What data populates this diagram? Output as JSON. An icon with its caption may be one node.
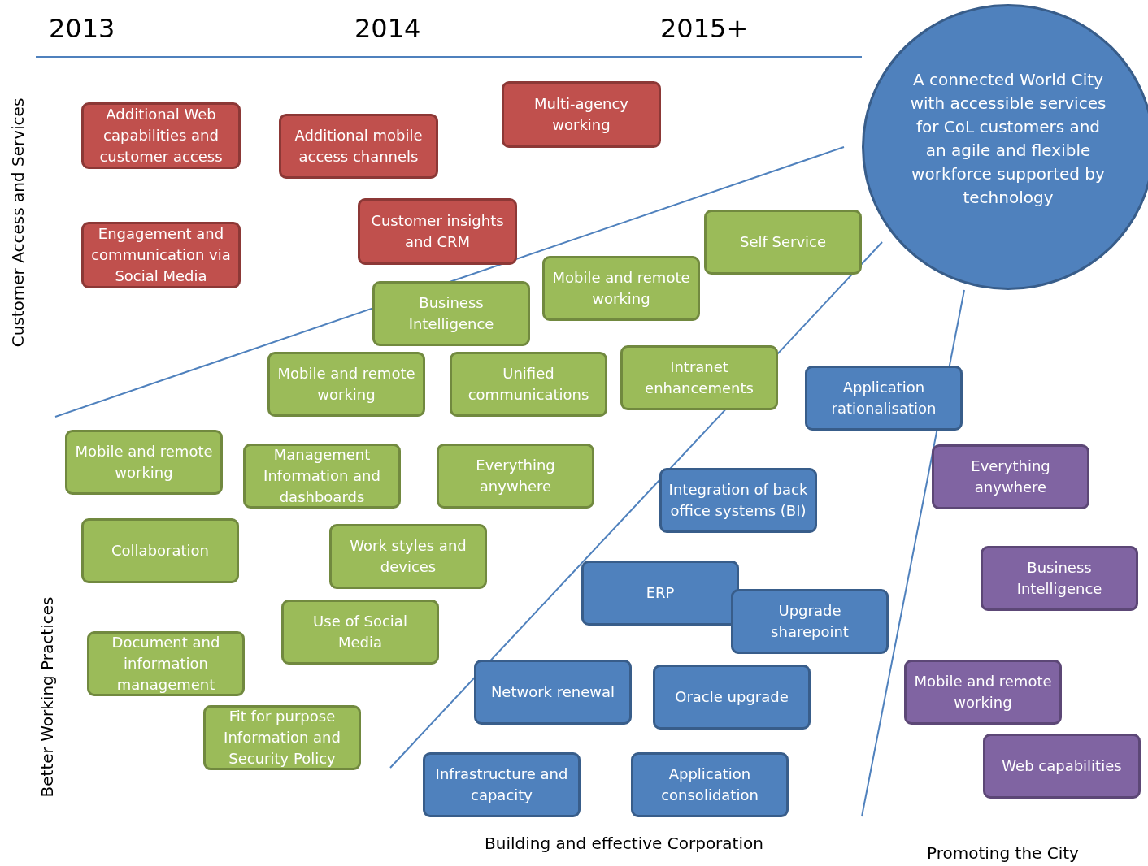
{
  "diagram": {
    "nodes": [
      {
        "text": [
          "Additional Web capabilities and customer access"
        ]
      },
      {
        "text": [
          "Additional mobile access channels"
        ]
      },
      {
        "text": [
          "Multi-agency working"
        ]
      },
      {
        "text": [
          "A connected World City with accessible services for CoL customers and an agile and flexible workforce supported by technology"
        ]
      },
      {
        "text": [
          "Engagement and communication via Social Media"
        ]
      },
      {
        "text": [
          "Customer insights and CRM"
        ]
      },
      {
        "text": [
          "Self Service"
        ]
      },
      {
        "text": [
          "Mobile and remote working"
        ]
      },
      {
        "text": [
          "Business Intelligence"
        ]
      },
      {
        "text": [
          "Mobile and remote working"
        ]
      },
      {
        "text": [
          "Unified communications"
        ]
      },
      {
        "text": [
          "Intranet enhancements"
        ]
      },
      {
        "text": [
          "Application rationalisation"
        ]
      },
      {
        "text": [
          "Mobile and remote working"
        ]
      },
      {
        "text": [
          "Management Information and dashboards"
        ]
      },
      {
        "text": [
          "Everything anywhere"
        ]
      },
      {
        "text": [
          "Everything anywhere"
        ]
      },
      {
        "text": [
          "Integration of back office systems (BI)"
        ]
      },
      {
        "text": [
          "Collaboration"
        ]
      },
      {
        "text": [
          "Work styles and devices"
        ]
      },
      {
        "text": [
          "Business Intelligence"
        ]
      },
      {
        "text": [
          "ERP"
        ]
      },
      {
        "text": [
          "Upgrade sharepoint"
        ]
      },
      {
        "text": [
          "Use of Social Media"
        ]
      },
      {
        "text": [
          "Document and information management"
        ]
      },
      {
        "text": [
          "Network renewal"
        ]
      },
      {
        "text": [
          "Oracle upgrade"
        ]
      },
      {
        "text": [
          "Mobile and remote working"
        ]
      },
      {
        "text": [
          "Fit for purpose Information and Security Policy"
        ]
      },
      {
        "text": [
          "Web capabilities"
        ]
      },
      {
        "text": [
          "Infrastructure and capacity"
        ]
      },
      {
        "text": [
          "Application consolidation"
        ]
      }
    ],
    "labels": [
      "2013",
      "2014",
      "2015+",
      "Customer Access and Services",
      "Better Working Practices",
      "Building and effective Corporation",
      "Promoting the City"
    ]
  }
}
